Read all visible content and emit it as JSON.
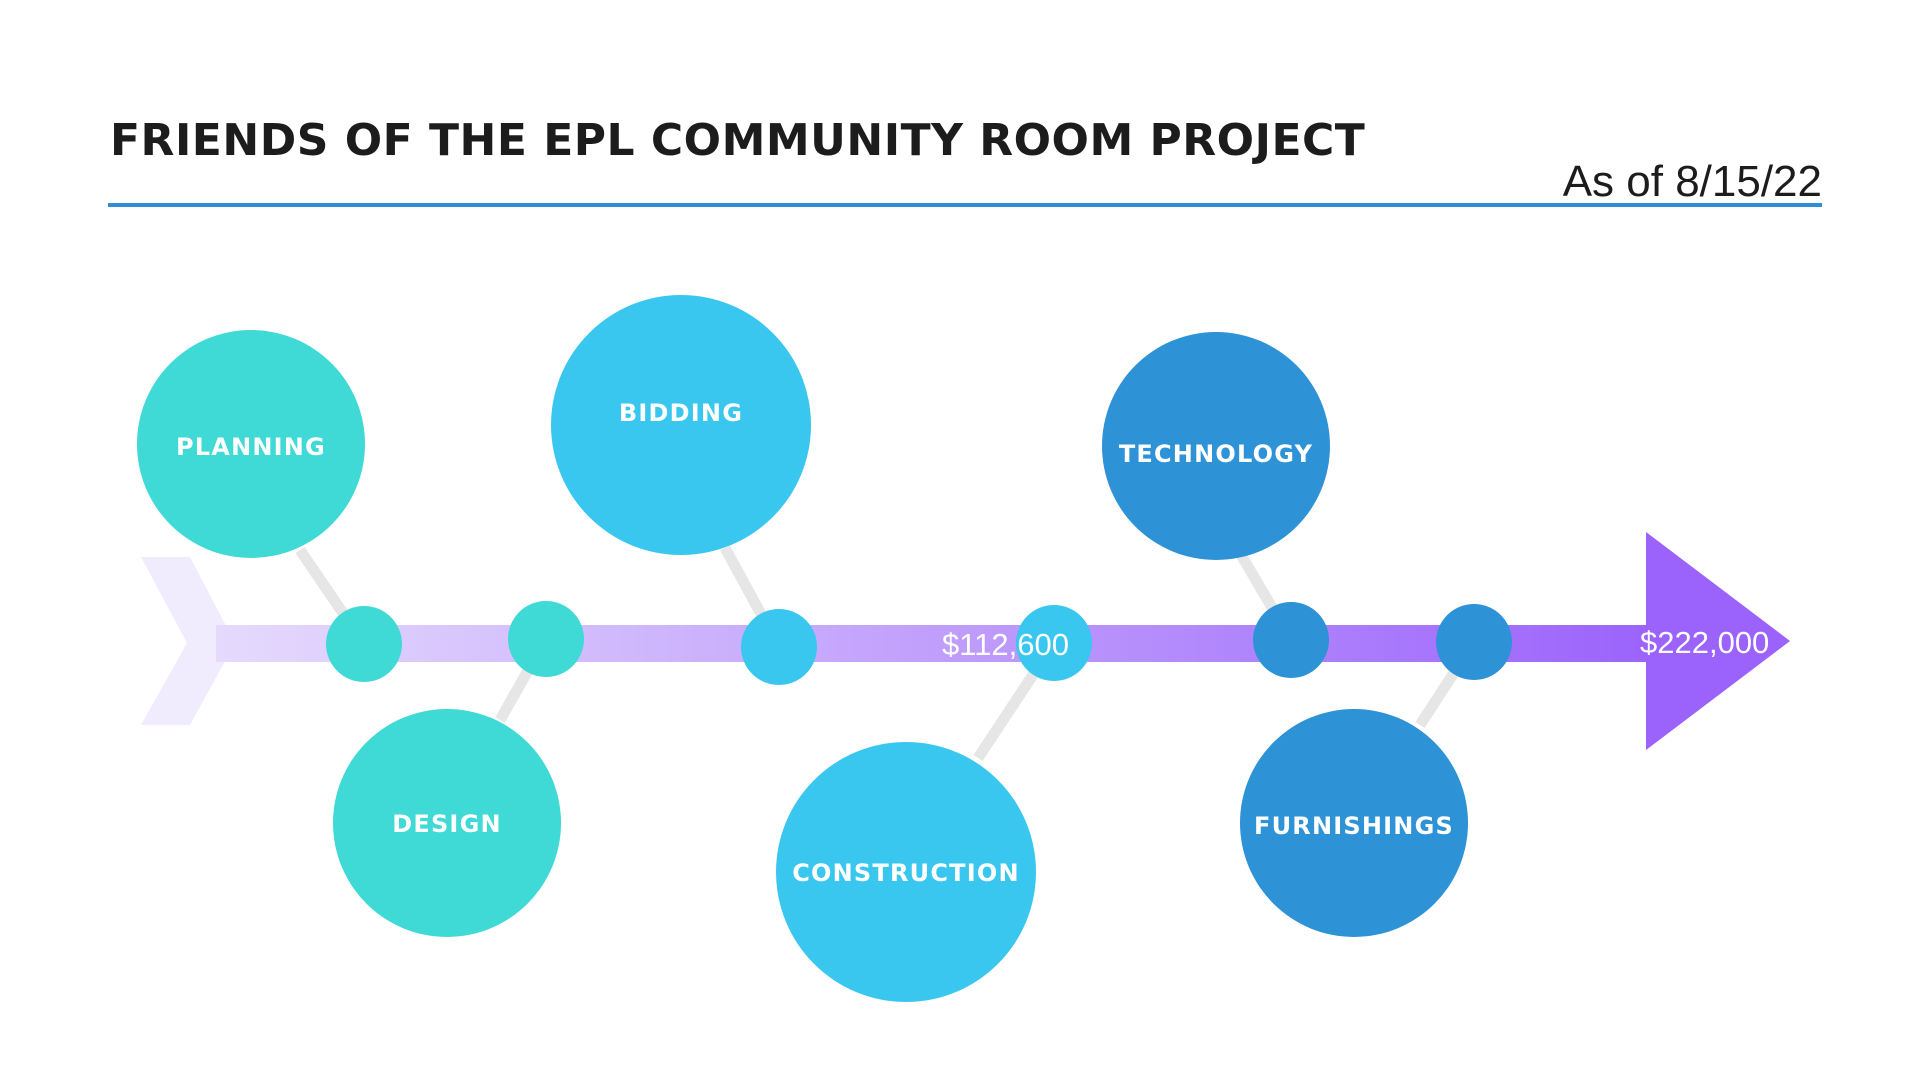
{
  "header": {
    "title": "FRIENDS OF THE EPL COMMUNITY ROOM PROJECT",
    "date": "As of 8/15/22"
  },
  "timeline": {
    "milestones": [
      {
        "label": "$112,600"
      },
      {
        "label": "$222,000"
      }
    ]
  },
  "phases": [
    {
      "label": "PLANNING",
      "color": "#3fd9d6"
    },
    {
      "label": "DESIGN",
      "color": "#3fd9d6"
    },
    {
      "label": "BIDDING",
      "color": "#3ac7ef"
    },
    {
      "label": "CONSTRUCTION",
      "color": "#3ac7ef"
    },
    {
      "label": "TECHNOLOGY",
      "color": "#2e92d6"
    },
    {
      "label": "FURNISHINGS",
      "color": "#2e92d6"
    }
  ],
  "colors": {
    "rule": "#2e8fd6",
    "connector": "#e6e6e6",
    "tail": "#f1ecfd",
    "arrow_start": "#e5dafd",
    "arrow_end": "#9b63fb"
  }
}
